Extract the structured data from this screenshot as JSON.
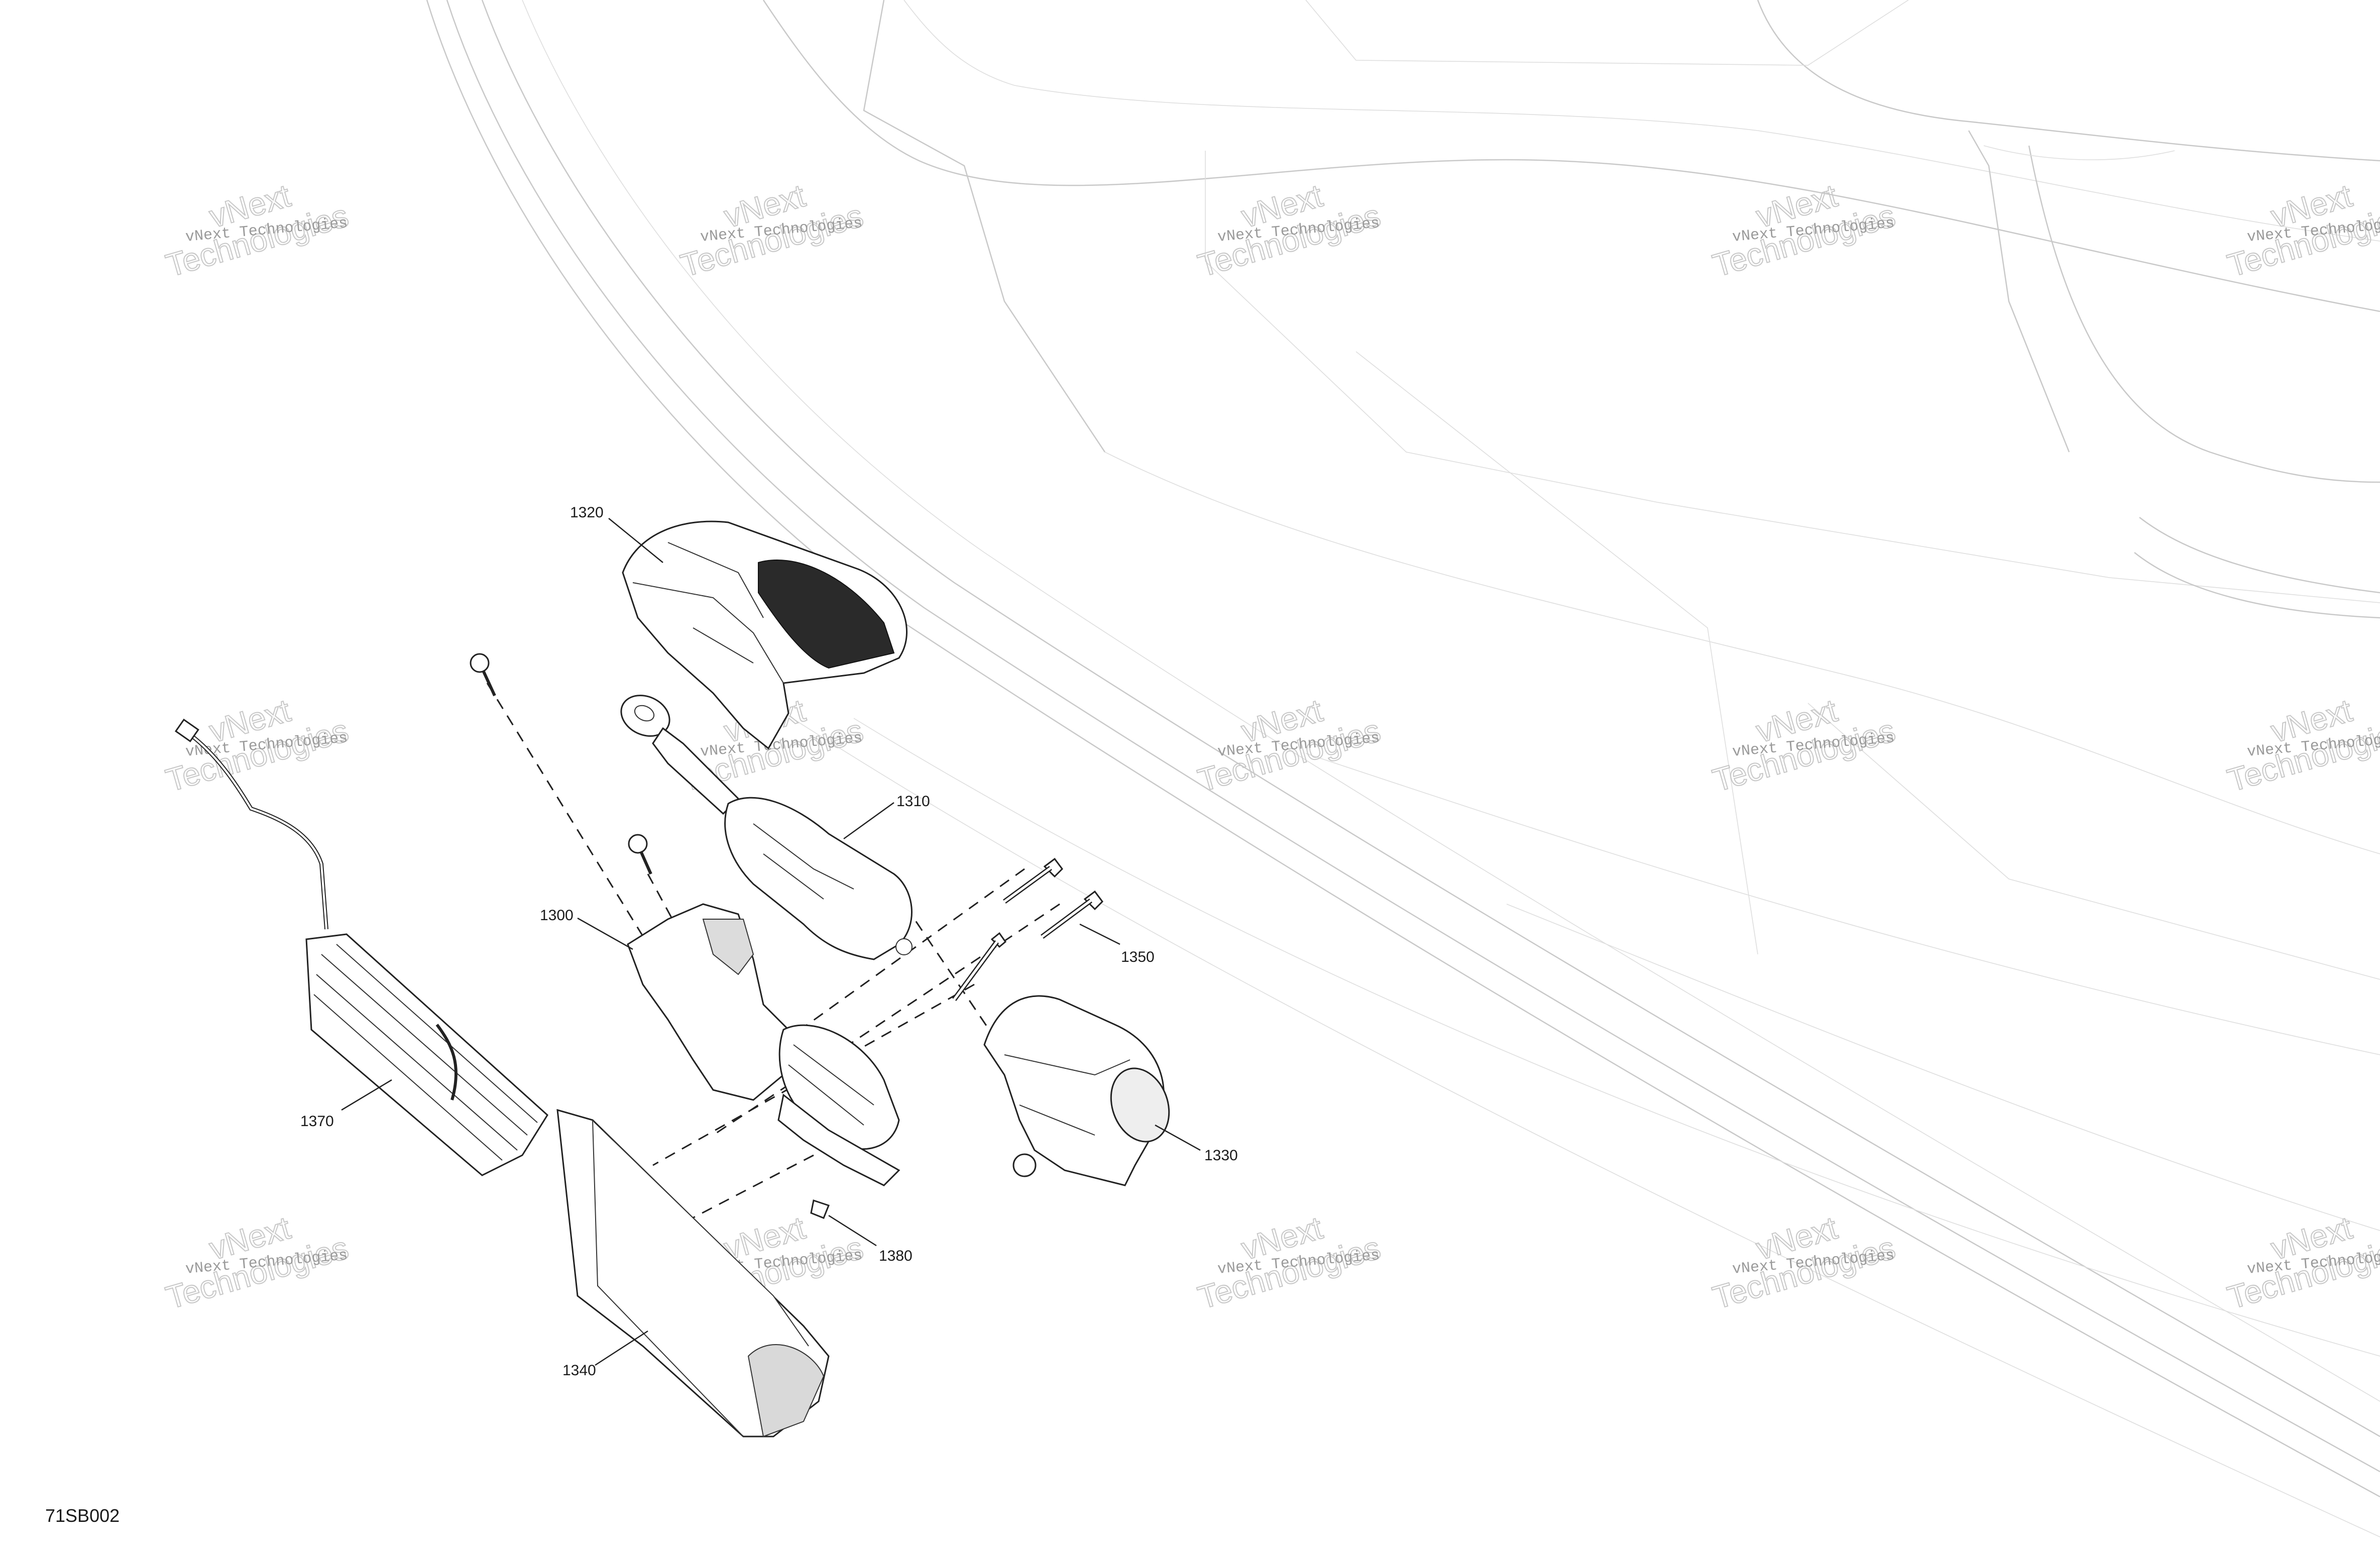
{
  "diagram": {
    "code": "71SB002",
    "callouts": [
      {
        "id": "1300",
        "label": "1300"
      },
      {
        "id": "1310",
        "label": "1310"
      },
      {
        "id": "1320",
        "label": "1320"
      },
      {
        "id": "1330",
        "label": "1330"
      },
      {
        "id": "1340",
        "label": "1340"
      },
      {
        "id": "1350",
        "label": "1350"
      },
      {
        "id": "1370",
        "label": "1370"
      },
      {
        "id": "1380",
        "label": "1380"
      }
    ]
  },
  "watermark": {
    "line1": "vNext Technologies",
    "line2": "vNext",
    "line3": "Technologies"
  }
}
